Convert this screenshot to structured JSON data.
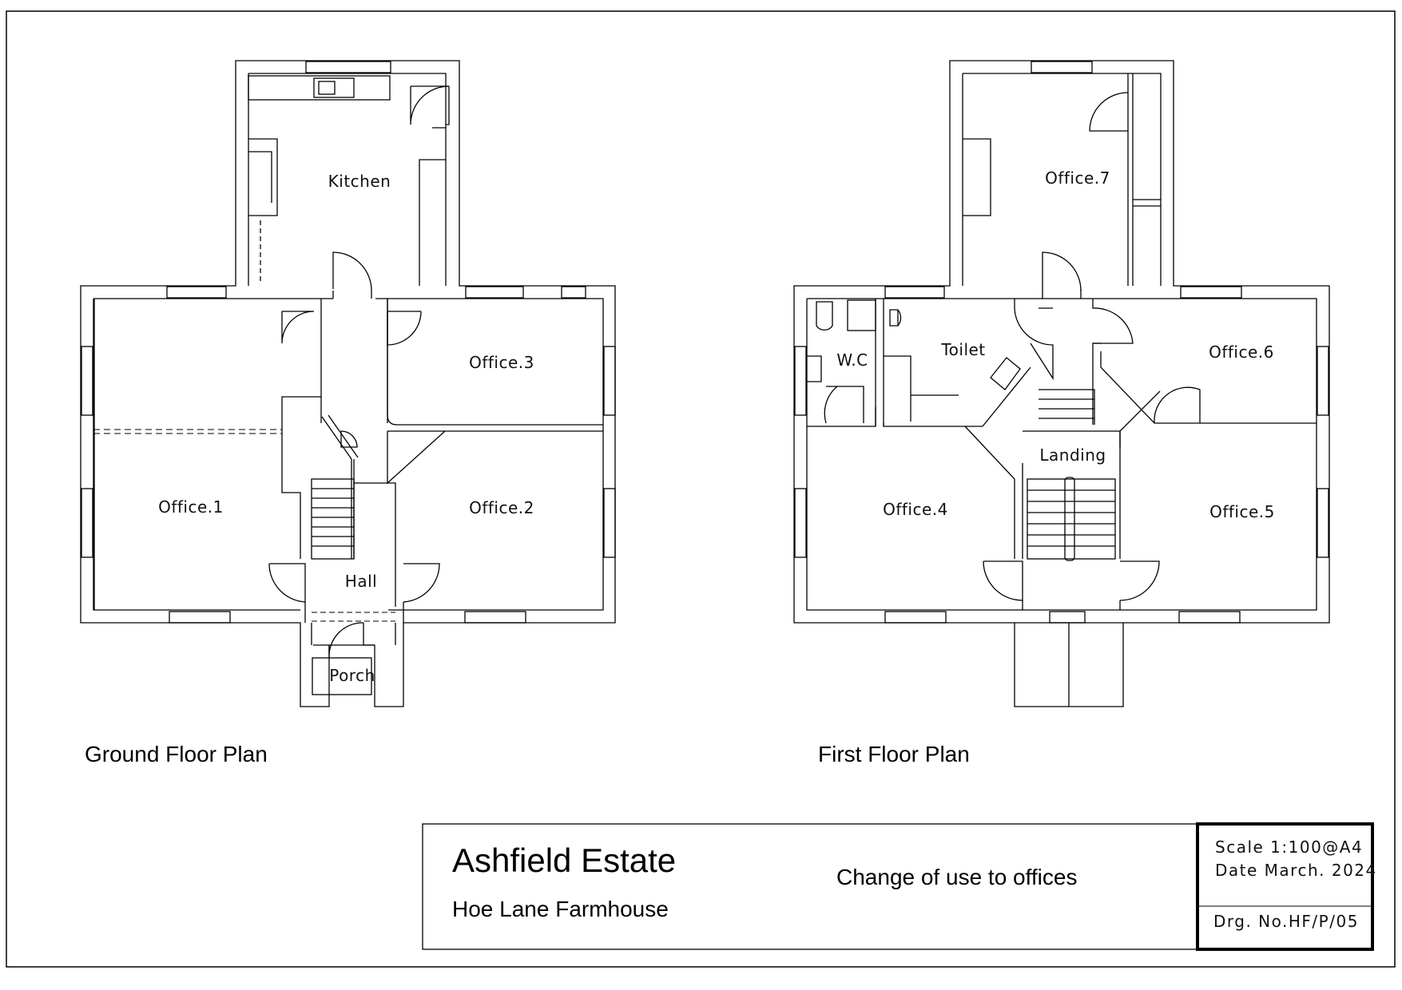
{
  "ground_floor": {
    "title": "Ground Floor Plan",
    "rooms": {
      "kitchen": "Kitchen",
      "office3": "Office.3",
      "office1": "Office.1",
      "office2": "Office.2",
      "hall": "Hall",
      "porch": "Porch"
    }
  },
  "first_floor": {
    "title": "First Floor Plan",
    "rooms": {
      "office7": "Office.7",
      "wc": "W.C",
      "toilet": "Toilet",
      "office6": "Office.6",
      "landing": "Landing",
      "office4": "Office.4",
      "office5": "Office.5"
    }
  },
  "title_block": {
    "client": "Ashfield Estate",
    "site": "Hoe Lane Farmhouse",
    "description": "Change of use to offices",
    "scale": "Scale 1:100@A4",
    "date": "Date March. 2024",
    "drawing_no": "Drg. No.HF/P/05"
  }
}
